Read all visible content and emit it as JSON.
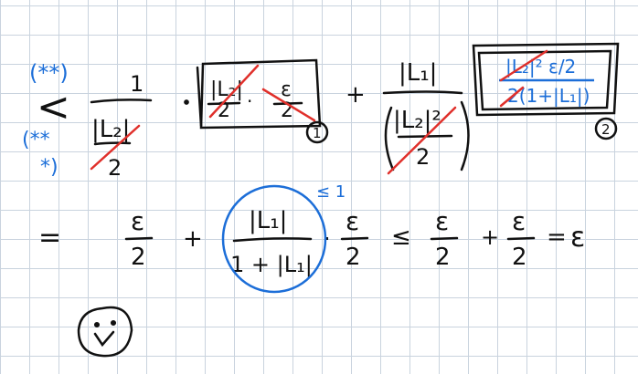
{
  "annotations": {
    "double_star": "(**)",
    "double_star_split_top": "(**",
    "double_star_split_bottom": "*)",
    "box_one": "1",
    "box_two": "2",
    "bound_note": "≤ 1"
  },
  "line1": {
    "less_than": "<",
    "frac1_num": "1",
    "frac1_den_abs": "|L₂|",
    "frac1_den_two": "2",
    "box1_num": "|L₂|",
    "box1_den": "2",
    "box1_eps": "ε",
    "box1_eps_den": "2",
    "plus": "+",
    "frac2_num": "|L₁|",
    "frac2_den": "|L₂|²",
    "frac2_den_two": "2",
    "box2_num": "|L₂|² ε/2",
    "box2_den": "2(1+|L₁|)"
  },
  "line2": {
    "equals": "=",
    "eps_a": "ε",
    "two_a": "2",
    "plus_a": "+",
    "circle_num": "|L₁|",
    "circle_den": "1 + |L₁|",
    "dot": "·",
    "eps_b": "ε",
    "two_b": "2",
    "leq": "≤",
    "eps_c": "ε",
    "two_c": "2",
    "plus_b": "+",
    "eps_d": "ε",
    "two_d": "2",
    "equals_end": "=",
    "eps_final": "ε"
  },
  "colors": {
    "ink": "#111111",
    "blue": "#1c6ed8",
    "red": "#e0302b",
    "grid": "#c9d3de"
  }
}
